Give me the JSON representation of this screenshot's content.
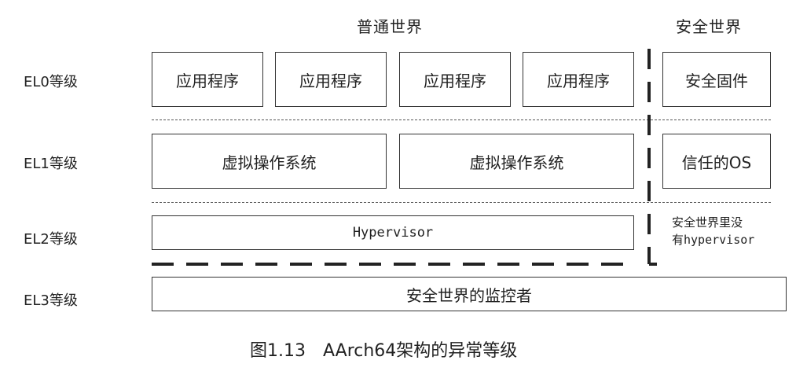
{
  "headers": {
    "normal_world": "普通世界",
    "secure_world": "安全世界"
  },
  "levels": {
    "el0": "EL0等级",
    "el1": "EL1等级",
    "el2": "EL2等级",
    "el3": "EL3等级"
  },
  "el0_boxes": [
    "应用程序",
    "应用程序",
    "应用程序",
    "应用程序"
  ],
  "el0_secure": "安全固件",
  "el1_boxes": [
    "虚拟操作系统",
    "虚拟操作系统"
  ],
  "el1_secure": "信任的OS",
  "el2_box": "Hypervisor",
  "el2_note_line1": "安全世界里没",
  "el2_note_line2": "有hypervisor",
  "el3_box": "安全世界的监控者",
  "caption": "图1.13　AArch64架构的异常等级"
}
